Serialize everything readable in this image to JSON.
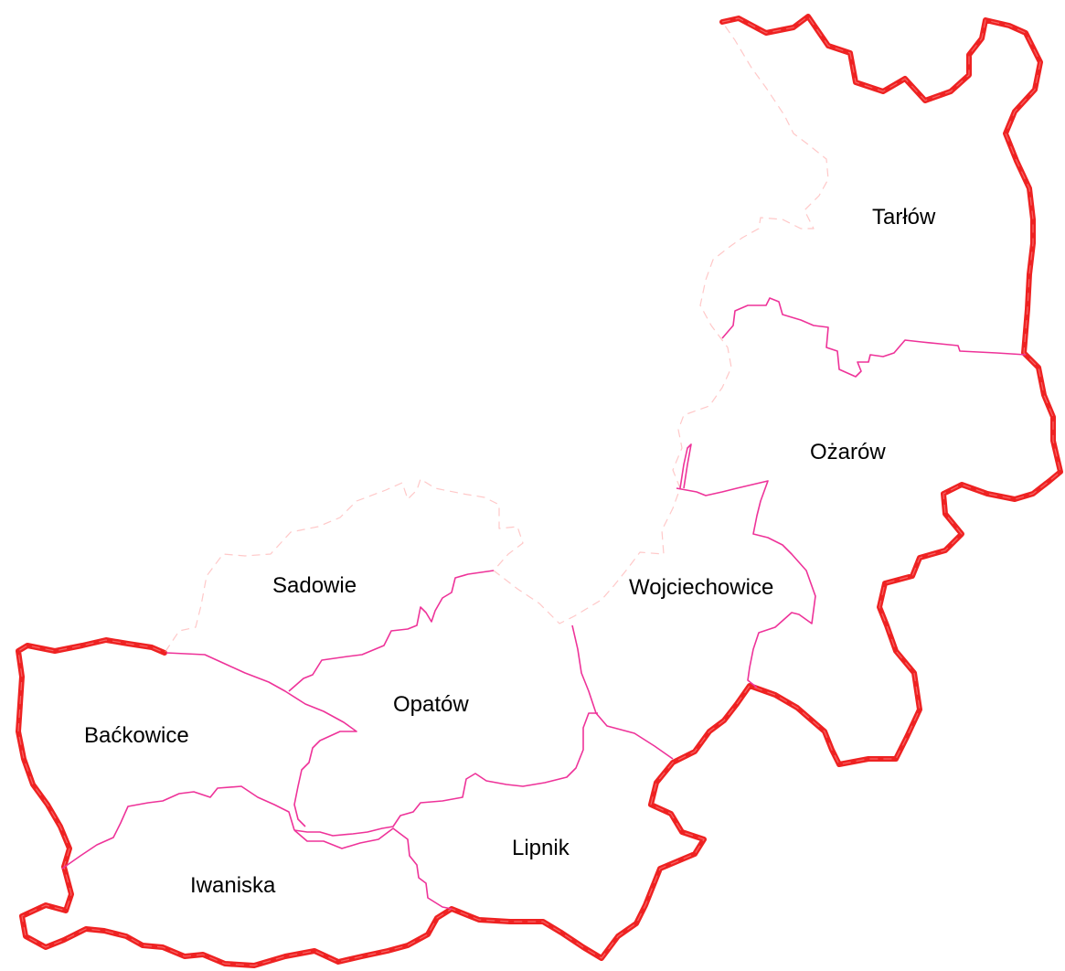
{
  "map": {
    "colors": {
      "background": "#ffffff",
      "outer_border": "#ee2222",
      "outer_border_dash": "#ff9a9a",
      "inner_border": "#ee3399",
      "label": "#000000"
    },
    "regions": [
      {
        "id": "tarlow",
        "name": "Tarłów"
      },
      {
        "id": "ozarow",
        "name": "Ożarów"
      },
      {
        "id": "wojciechowice",
        "name": "Wojciechowice"
      },
      {
        "id": "sadowie",
        "name": "Sadowie"
      },
      {
        "id": "opatow",
        "name": "Opatów"
      },
      {
        "id": "backowice",
        "name": "Baćkowice"
      },
      {
        "id": "iwaniska",
        "name": "Iwaniska"
      },
      {
        "id": "lipnik",
        "name": "Lipnik"
      }
    ]
  }
}
